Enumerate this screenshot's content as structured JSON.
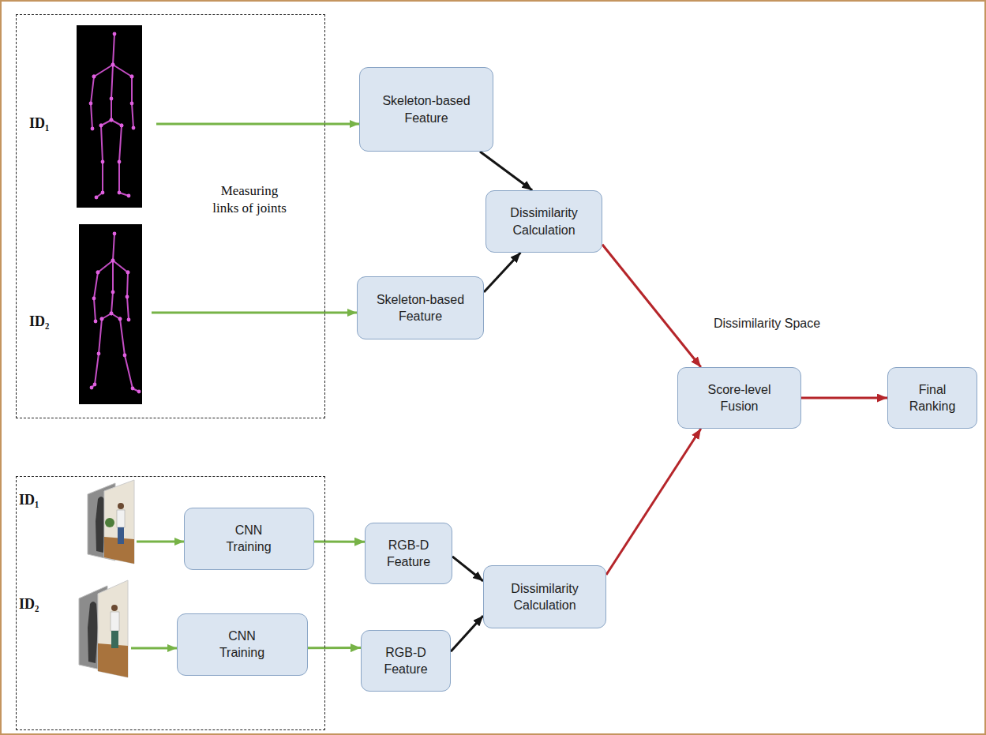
{
  "diagram": {
    "nodes": [
      {
        "text": [
          "ID₁",
          "Measuring links of joints",
          "ID₂"
        ]
      },
      {
        "text": [
          "Skeleton-based Feature"
        ]
      },
      {
        "text": [
          "Dissimilarity Calculation"
        ]
      },
      {
        "text": [
          "Skeleton-based Feature"
        ]
      },
      {
        "text": [
          "Score-level Fusion"
        ]
      },
      {
        "text": [
          "Final Ranking"
        ]
      },
      {
        "text": [
          "ID₁",
          "ID₂"
        ]
      },
      {
        "text": [
          "CNN Training"
        ],
        "in": 6
      },
      {
        "text": [
          "RGB-D Feature"
        ]
      },
      {
        "text": [
          "CNN Training"
        ],
        "in": 6
      },
      {
        "text": [
          "RGB-D Feature"
        ]
      },
      {
        "text": [
          "Dissimilarity Calculation"
        ]
      }
    ],
    "edges": [
      {
        "from": 1,
        "to": 2,
        "arrow": "to"
      },
      {
        "from": 3,
        "to": 2,
        "arrow": "to"
      },
      {
        "from": 2,
        "to": 4,
        "arrow": "to"
      },
      {
        "from": 7,
        "to": 8,
        "arrow": "to"
      },
      {
        "from": 9,
        "to": 10,
        "arrow": "to"
      },
      {
        "from": 8,
        "to": 11,
        "arrow": "to"
      },
      {
        "from": 10,
        "to": 11,
        "arrow": "to"
      },
      {
        "from": 11,
        "to": 4,
        "arrow": "to"
      },
      {
        "from": 4,
        "to": 5,
        "arrow": "to"
      }
    ],
    "labels": [
      "Dissimilarity Space"
    ]
  }
}
